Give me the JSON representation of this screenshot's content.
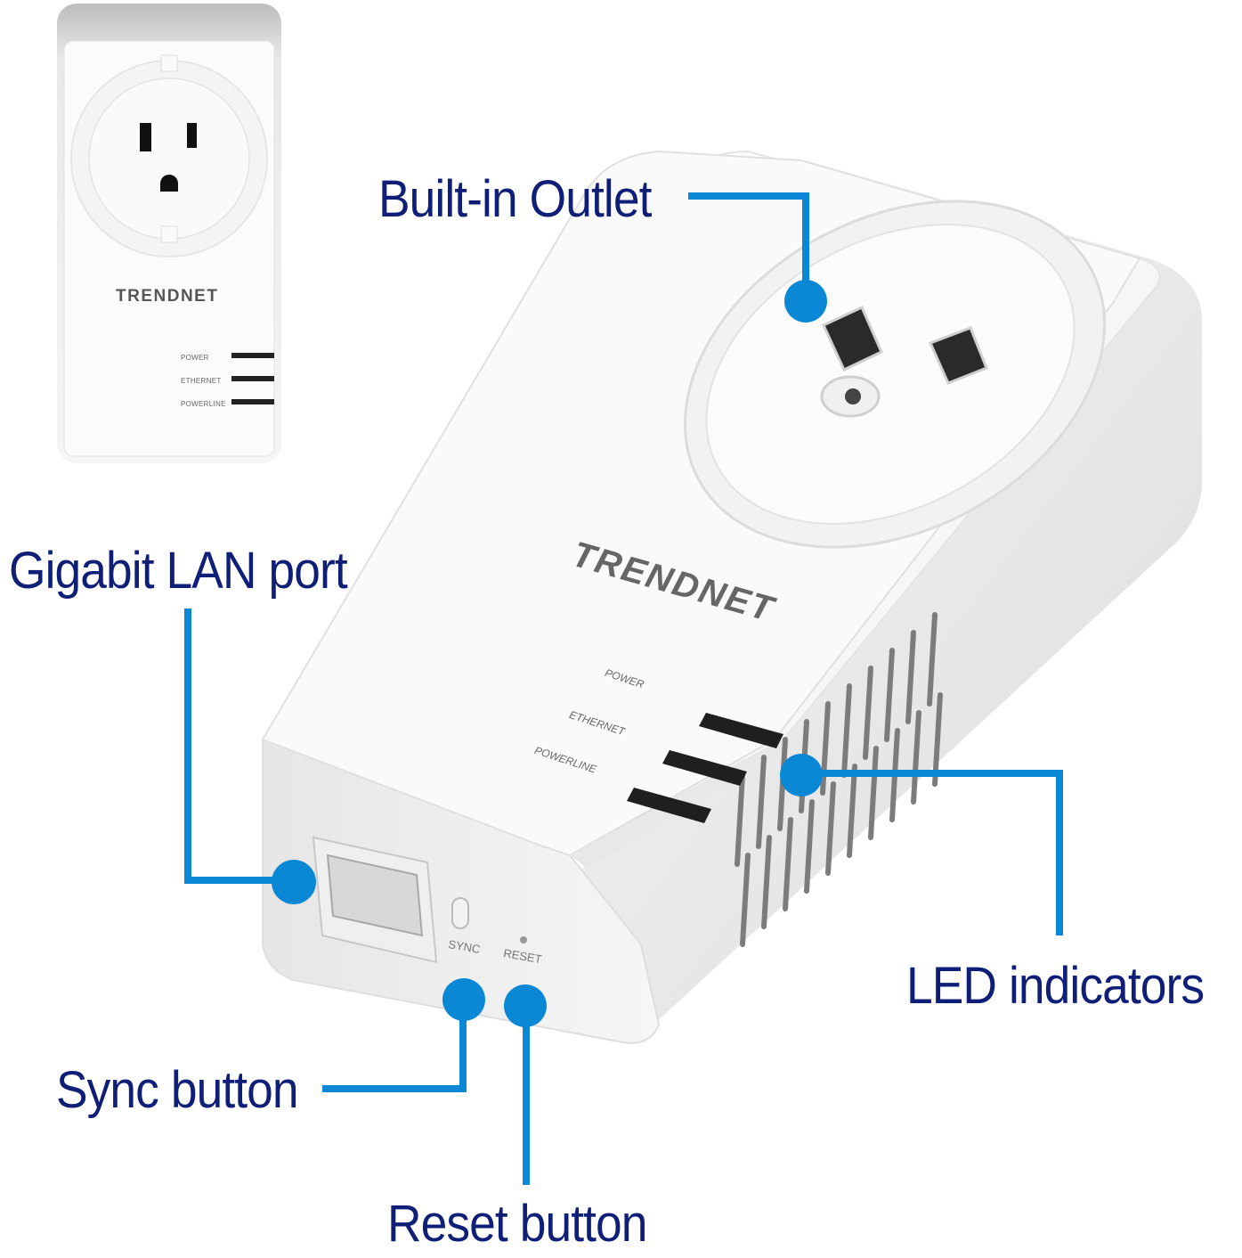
{
  "product": {
    "brand": "TRENDnet",
    "brand_logo_text": "TRENDNET",
    "led_labels": [
      "POWER",
      "ETHERNET",
      "POWERLINE"
    ],
    "port_labels": {
      "sync": "SYNC",
      "reset": "RESET"
    }
  },
  "thumbnail": {
    "brand_logo_text": "TRENDNET",
    "led_labels": [
      "POWER",
      "ETHERNET",
      "POWERLINE"
    ]
  },
  "callouts": [
    {
      "id": "built-in-outlet",
      "label": "Built-in Outlet"
    },
    {
      "id": "gigabit-lan-port",
      "label": "Gigabit LAN port"
    },
    {
      "id": "led-indicators",
      "label": "LED indicators"
    },
    {
      "id": "sync-button",
      "label": "Sync button"
    },
    {
      "id": "reset-button",
      "label": "Reset button"
    }
  ],
  "colors": {
    "callout_text": "#0f1f78",
    "callout_line": "#0a88d6",
    "device_body": "#f4f4f4"
  }
}
